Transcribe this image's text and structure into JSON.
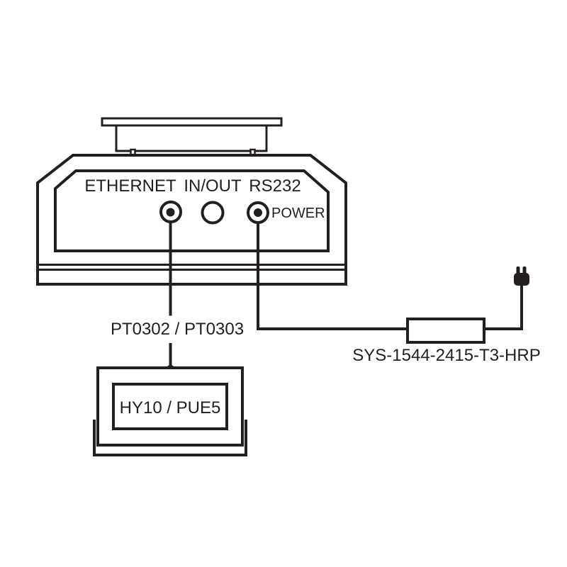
{
  "diagram": {
    "rear_panel": {
      "ethernet_label": "ETHERNET",
      "in_out_label": "IN/OUT",
      "rs232_label": "RS232",
      "power_label": "POWER"
    },
    "ethernet_cable_model": "PT0302 / PT0303",
    "indicator_model": "HY10 / PUE5",
    "power_adapter_model": "SYS-1544-2415-T3-HRP",
    "colors": {
      "line": "#231f20",
      "background": "#ffffff"
    }
  }
}
